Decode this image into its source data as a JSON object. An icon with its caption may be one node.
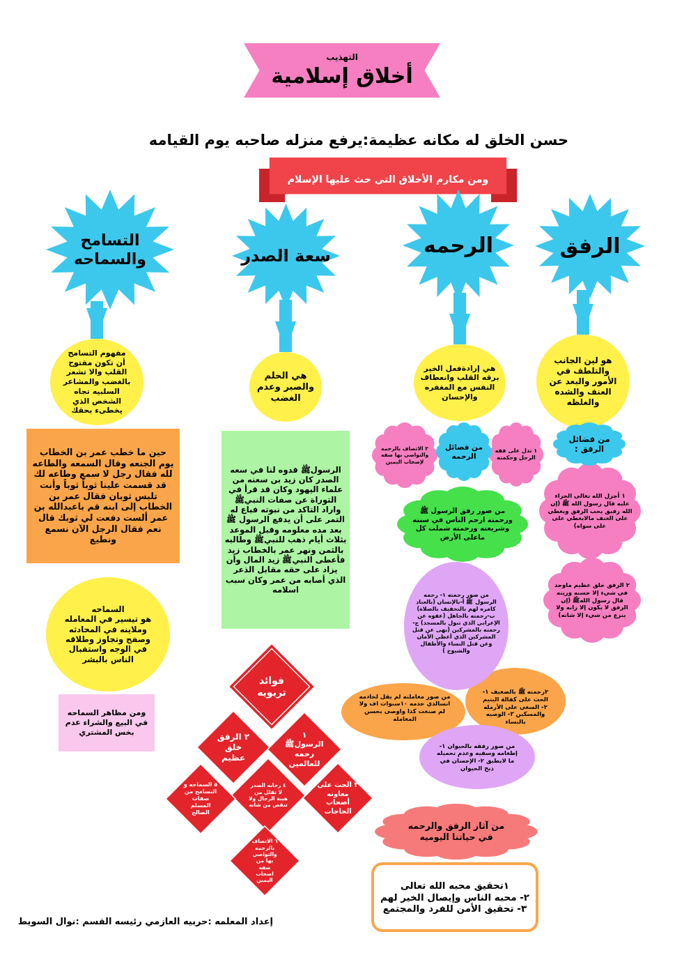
{
  "diagram": {
    "nodes": [
      {
        "text": [
          "التهذيب",
          "أخلاق إسلامية"
        ]
      },
      {
        "text": [
          "ومن مكارم الأخلاق التي حث عليها الإسلام"
        ]
      },
      {
        "text": [
          "الرفق"
        ]
      },
      {
        "text": [
          "الرحمه"
        ]
      },
      {
        "text": [
          "سعة الصدر"
        ]
      },
      {
        "text": [
          "التسامح والسماحه"
        ]
      },
      {
        "text": [
          "هو لين الجانب والتلطف في الأمور والبعد عن العنف والشده والغلظه"
        ]
      },
      {
        "text": [
          "هي إرادةفعل الخير برقه القلب وانعطاف النفس مع المغفره والإحسان"
        ]
      },
      {
        "text": [
          "هي الحلم والصبر وعدم الغضب"
        ]
      },
      {
        "text": [
          "مفهوم التسامح",
          "أن تكون مفتوح القلب والا تشعر بالغضب والمشاعر السلبيه تجاه الشخص الذي يخطىء بحقك"
        ]
      },
      {
        "text": [
          "من فضائل الرفق :"
        ]
      },
      {
        "text": [
          "١ أجزل الله تعالى الجزاء عليه قال رسول الله ﷺ (إن الله رفيق يحب الرفق ويعطي على العنف مالايعطي على على سواه)"
        ]
      },
      {
        "text": [
          "٢ الرفق خلق عظيم ماوجد في شيء إلا حسنه وزينه قال رسول اللهﷺ (إن الرفق لا يكون إلا زانه ولا ينزع من شيء إلا شانه)"
        ]
      },
      {
        "text": [
          "١ تدل على فقه الرجل وحكمته"
        ]
      },
      {
        "text": [
          "من فصائل الرحمه"
        ]
      },
      {
        "text": [
          "٢ الاتصاف بالرحمه والتواصي بها صفه لإصحاب اليمين"
        ]
      },
      {
        "text": [
          "من صور رفق الرسول ﷺ ورحمته ارحم الناس في سنته وشريعته ورحمته شملت كل ماعلى الأرض"
        ]
      },
      {
        "text": [
          "من صور رحمته ١- رحمه الرسول ﷺ أ-بالإنسان (بالعباد كامره لهم بالتخفيف بالصلاة) ب-رحمته بالجاهل (عفوه عن الإعرابي الذي تبول بالمسجد) ج- رحمته بالمشركين (نهى عن قتل المشركين الذي أعطي الأمان وعن قتل النساء والأطفال والشيوخ )"
        ]
      },
      {
        "text": [
          "٢رحمته ﷺ بالضعيف ١- الحث على كفالة اليتيم ٢- السعي على الأرمله والمسكين ٣- الوصيه بالنساء"
        ]
      },
      {
        "text": [
          "من صور معاملته لم يقل لخادمه انسالذي خدمه ١٠سنوات اف ولا لم صنعت كذا واوصى بحسن المعامله"
        ]
      },
      {
        "text": [
          "من صور رفقه بالحيوان ١- إطعامه وسقيه وعدم تحميله ما لايطيق ٢- الإحسان في ذبح الحيوان"
        ]
      },
      {
        "text": [
          "من آثار الرفق والرحمه في حياتنا اليوميه"
        ]
      },
      {
        "text": [
          "١تحقيق محبه الله تعالى",
          "٢- محبه الناس وإيصال الخير لهم",
          "٣- تحقيق الأمن للفرد والمجتمع"
        ]
      },
      {
        "text": [
          "الرسولﷺ قدوه لنا في سعه الصدر كان زيد بن سعنه من علماء اليهود وكان قد قرأ في التوراة عن صفات النبيﷺ واراد التاكد من نبوته فباع له التمر على أن يدفع الرسول ﷺ بعد مده معلومه وقبل الموعد بثلاث أيام ذهب للنبيﷺ وطالبه بالثمن ونهر عمر بالخطاب زيد فأعطى النبيﷺ زيد المال وأن يزاد على حقه مقابل الذعر الذي أصابه من عمر وكان سبب اسلامه"
        ]
      },
      {
        "text": [
          "حين ما خطب عمر بن الخطاب يوم الجنعه وقال السمعه والطاعه لله فقال رجل لا سمع وطاعه لك قد قسمت علينا ثوباً ثوباً وأنت تلبس ثوبان فقال عمر بن الخطاب إلى ابنه قم باعبدالله بن عمر ألست دفعت لي ثوبك قال نعم فقال الرجل الآن نسمع ونطيع"
        ]
      },
      {
        "text": [
          "السماحه",
          "هو تيسير في المعامله وملاينه في المحادثه وصفح وتجاوز وطلاقه في الوجه واستقبال الناس بالبشر"
        ]
      },
      {
        "text": [
          "ومن مظاهر السماحه في البيع والشراء عدم بخس المشتري"
        ]
      },
      {
        "text": [
          "فوائد تربويه"
        ]
      },
      {
        "text": [
          "١ الرسولﷺ رحمه للعالمين"
        ]
      },
      {
        "text": [
          "٢ الرفق خلق عظيم"
        ]
      },
      {
        "text": [
          "٣ الحث على معاونه أصحاب الحاجات"
        ]
      },
      {
        "text": [
          "٤ رحابه الصدر لا تقلل من هيبة الرجال ولا تنقص من شانه"
        ]
      },
      {
        "text": [
          "٥ السماحه و التسامح من صفات المسلم الصالح"
        ]
      },
      {
        "text": [
          "٦ الاتصاف بالرحمه والتواصي بها من صفه اصحاب اليمين"
        ]
      }
    ],
    "edges": [
      {
        "from": 2,
        "to": 6,
        "arrow": "to"
      },
      {
        "from": 3,
        "to": 7,
        "arrow": "to"
      },
      {
        "from": 4,
        "to": 8,
        "arrow": "to"
      },
      {
        "from": 5,
        "to": 9,
        "arrow": "to"
      }
    ],
    "labels": [
      "حسن الخلق له مكانه عظيمة:يرفع منزله صاحبه يوم القيامه",
      "إعداد المعلمه :حربيه العازمي رئيسه القسم :نوال السويط"
    ]
  }
}
